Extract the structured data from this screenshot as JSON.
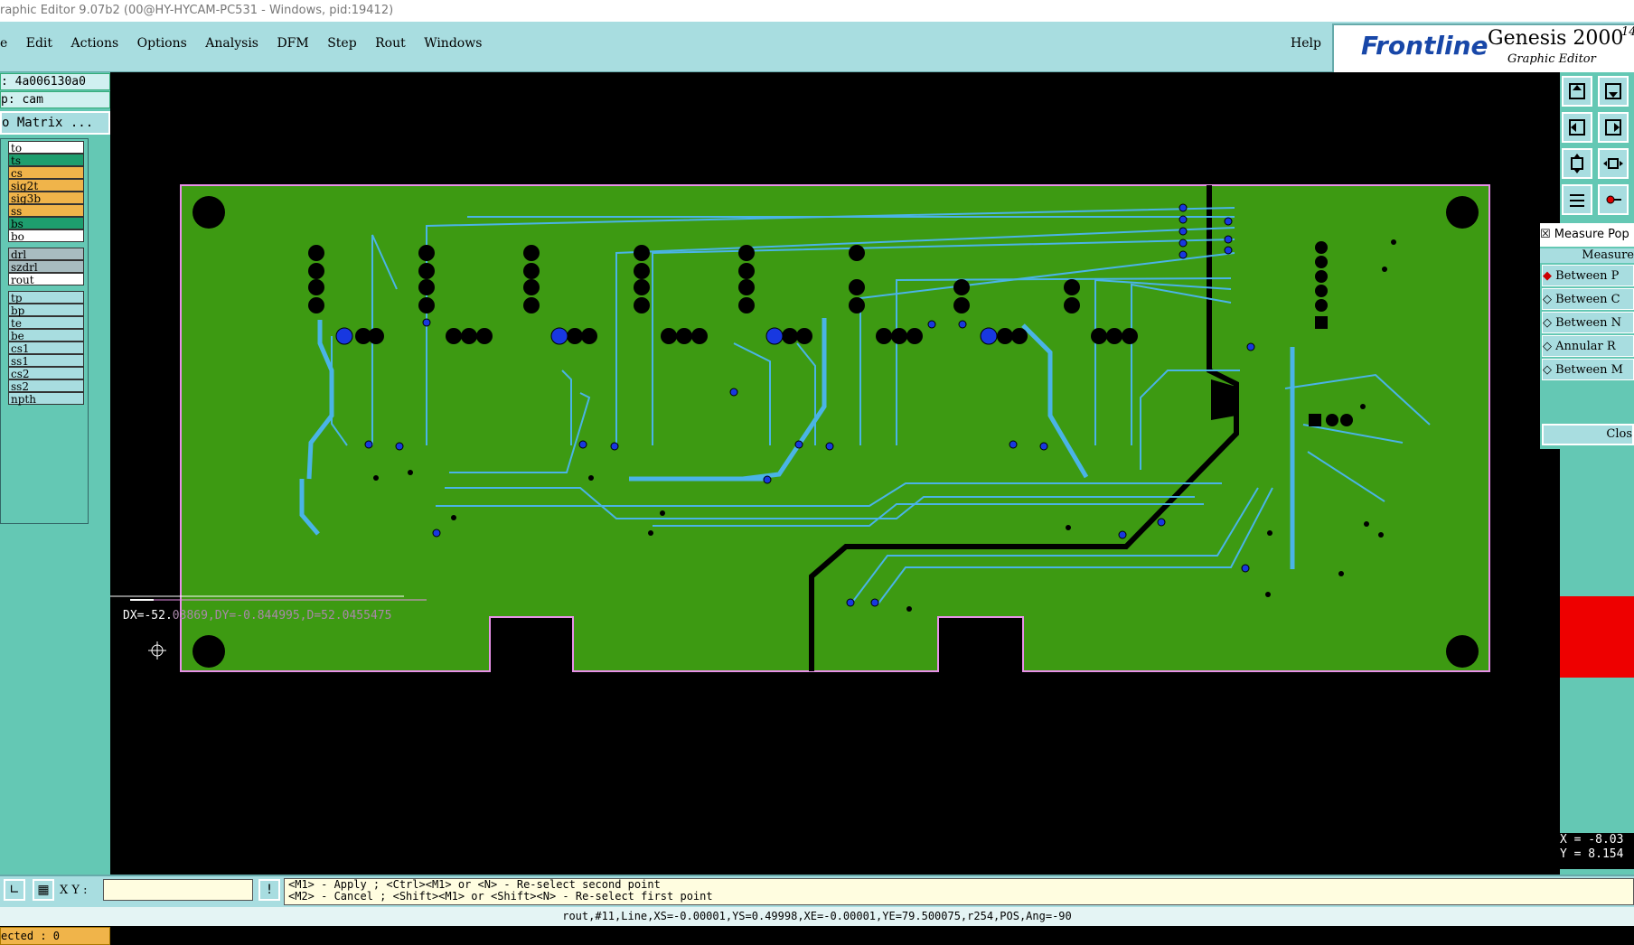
{
  "window": {
    "title": "raphic Editor 9.07b2 (00@HY-HYCAM-PC531 - Windows, pid:19412)"
  },
  "menu": {
    "items": [
      "e",
      "Edit",
      "Actions",
      "Options",
      "Analysis",
      "DFM",
      "Step",
      "Rout",
      "Windows"
    ],
    "help": "Help"
  },
  "branding": {
    "logo": "Frontline",
    "product": "Genesis 2000",
    "subtitle": "Graphic Editor",
    "version": "14"
  },
  "left_panel": {
    "job": ": 4a006130a0",
    "step": "p: cam",
    "matrix_button": "o Matrix ...",
    "selected": "ected : 0",
    "layers": [
      {
        "name": "to",
        "color": "#ffffff"
      },
      {
        "name": "ts",
        "color": "#1e9e6e"
      },
      {
        "name": "cs",
        "color": "#f0b44a"
      },
      {
        "name": "sig2t",
        "color": "#f0b44a"
      },
      {
        "name": "sig3b",
        "color": "#f0b44a"
      },
      {
        "name": "ss",
        "color": "#f0b44a"
      },
      {
        "name": "bs",
        "color": "#1e9e6e"
      },
      {
        "name": "bo",
        "color": "#ffffff"
      },
      {
        "name": "drl",
        "color": "#a8bcc0"
      },
      {
        "name": "szdrl",
        "color": "#a8bcc0"
      },
      {
        "name": "rout",
        "color": "#ffffff"
      },
      {
        "name": "tp",
        "color": "#a8dde0"
      },
      {
        "name": "bp",
        "color": "#a8dde0"
      },
      {
        "name": "te",
        "color": "#a8dde0"
      },
      {
        "name": "be",
        "color": "#a8dde0"
      },
      {
        "name": "cs1",
        "color": "#a8dde0"
      },
      {
        "name": "ss1",
        "color": "#a8dde0"
      },
      {
        "name": "cs2",
        "color": "#a8dde0"
      },
      {
        "name": "ss2",
        "color": "#a8dde0"
      },
      {
        "name": "npth",
        "color": "#a8dde0"
      }
    ]
  },
  "measure_popup": {
    "title": "Measure Pop",
    "header": "Measure",
    "options": [
      "Between P",
      "Between C",
      "Between N",
      "Annular R",
      "Between M"
    ],
    "close": "Clos"
  },
  "canvas": {
    "measure_readout_a": "DX=-52.",
    "measure_readout_b": "03869,DY=-0.844995,D=52.0455475"
  },
  "coords": {
    "x": "X = -8.03",
    "y": "Y = 8.154"
  },
  "bottom": {
    "xy_label": "X Y :",
    "xy_value": "",
    "hint_line1": "<M1> - Apply  ; <Ctrl><M1> or <N> - Re-select second point",
    "hint_line2": "<M2> - Cancel ; <Shift><M1> or <Shift><N> - Re-select first point"
  },
  "status": "rout,#11,Line,XS=-0.00001,YS=0.49998,XE=-0.00001,YE=79.500075,r254,POS,Ang=-90",
  "colors": {
    "board": "#3d9a12",
    "trace": "#4ab4e6",
    "pad": "#000000",
    "via": "#1838e0",
    "outline": "#e890e8"
  }
}
